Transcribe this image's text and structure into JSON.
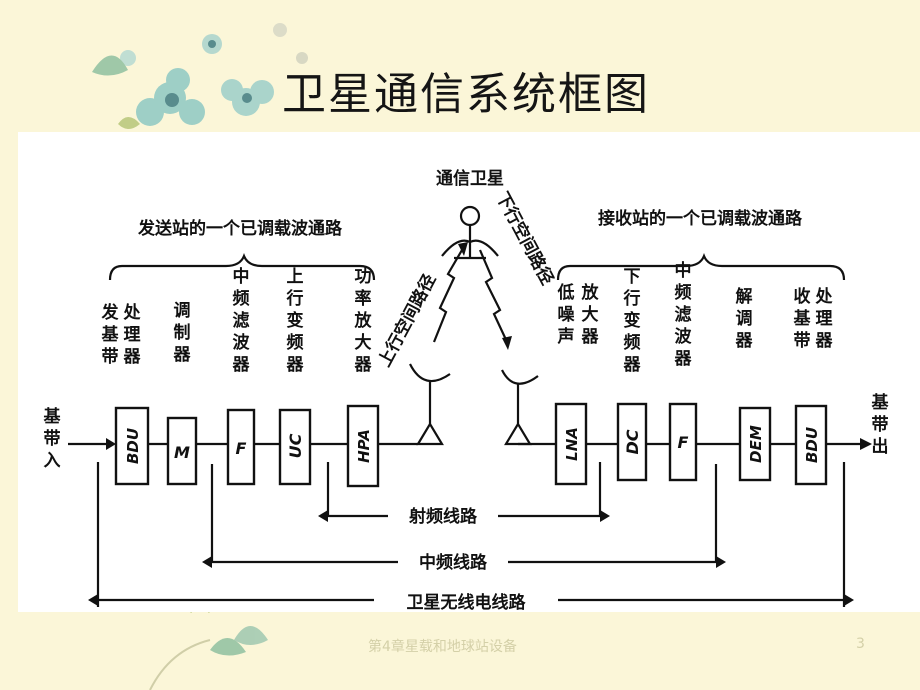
{
  "slide": {
    "title": "卫星通信系统框图",
    "footer": "第4章星载和地球站设备",
    "page": "3"
  },
  "diagram": {
    "satellite": "通信卫星",
    "tx_group": "发送站的一个已调载波通路",
    "rx_group": "接收站的一个已调载波通路",
    "uplink_path": "上行空间路径",
    "downlink_path": "下行空间路径",
    "input_label": "基带入",
    "output_label": "基带出",
    "tx_blocks": [
      {
        "id": "BDU",
        "label": "发基带处理器"
      },
      {
        "id": "M",
        "label": "调制器"
      },
      {
        "id": "F",
        "label": "中频滤波器"
      },
      {
        "id": "UC",
        "label": "上行变频器"
      },
      {
        "id": "HPA",
        "label": "功率放大器"
      }
    ],
    "rx_blocks": [
      {
        "id": "LNA",
        "label": "低噪声放大器"
      },
      {
        "id": "DC",
        "label": "下行变频器"
      },
      {
        "id": "F",
        "label": "中频滤波器"
      },
      {
        "id": "DEM",
        "label": "解调器"
      },
      {
        "id": "BDU",
        "label": "收基带处理器"
      }
    ],
    "links": {
      "rf": "射频线路",
      "if": "中频线路",
      "sat": "卫星无线电线路"
    }
  }
}
